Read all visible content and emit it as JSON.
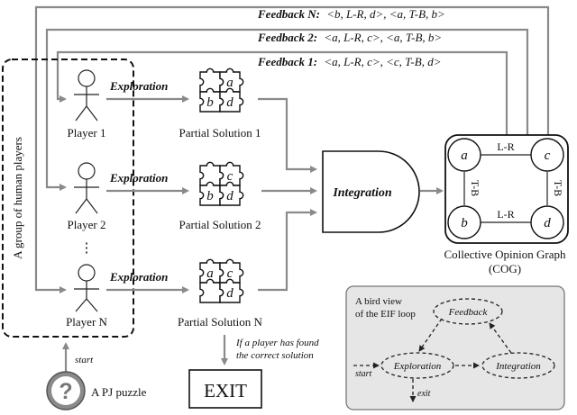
{
  "feedback": {
    "n_label": "Feedback N:",
    "n_tuples": "<b, L-R, d>, <a, T-B, b>",
    "two_label": "Feedback 2:",
    "two_tuples": "<a, L-R, c>, <a, T-B, b>",
    "one_label": "Feedback 1:",
    "one_tuples": "<a, L-R, c>, <c, T-B, d>"
  },
  "players": {
    "group_label": "A group of human players",
    "player1": "Player 1",
    "player2": "Player 2",
    "ellipsis": "⋮",
    "playerN": "Player N",
    "start": "start",
    "puzzle_label": "A PJ puzzle",
    "puzzle_glyph": "?"
  },
  "exploration": {
    "label1": "Exploration",
    "label2": "Exploration",
    "label3": "Exploration"
  },
  "solutions": {
    "s1": "Partial Solution 1",
    "s2": "Partial Solution 2",
    "sN": "Partial Solution N",
    "s1_pieces": [
      "a",
      "b",
      "d"
    ],
    "s2_pieces": [
      "c",
      "b",
      "d"
    ],
    "sN_pieces": [
      "a",
      "c",
      "d"
    ]
  },
  "integration": {
    "label": "Integration"
  },
  "exit": {
    "condition_line1": "If a player has found",
    "condition_line2": "the correct solution",
    "label": "EXIT"
  },
  "cog": {
    "nodes": [
      "a",
      "c",
      "b",
      "d"
    ],
    "edge_top": "L-R",
    "edge_bottom": "L-R",
    "edge_left": "T-B",
    "edge_right": "T-B",
    "title_line1": "Collective Opinion Graph",
    "title_line2": "(COG)"
  },
  "bird_view": {
    "title_line1": "A bird view",
    "title_line2": "of the EIF loop",
    "feedback": "Feedback",
    "exploration": "Exploration",
    "integration": "Integration",
    "start": "start",
    "exit": "exit"
  }
}
